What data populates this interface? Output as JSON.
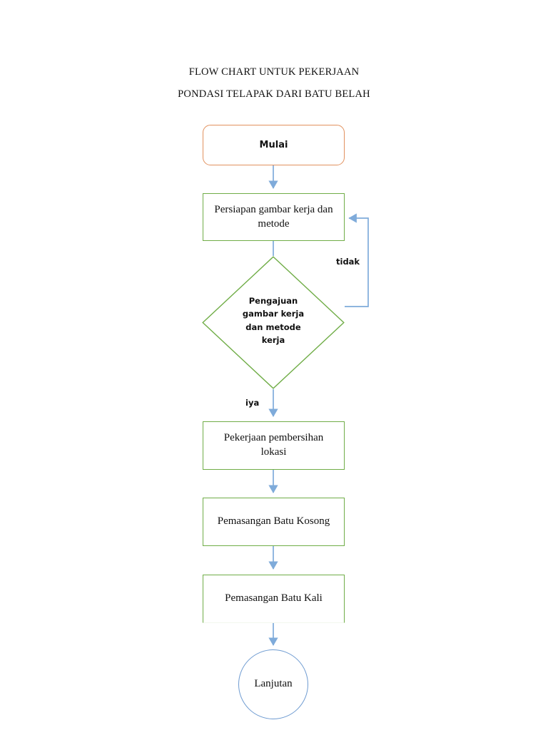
{
  "document": {
    "title_lines": [
      "FLOW CHART UNTUK PEKERJAAN",
      "PONDASI TELAPAK DARI BATU BELAH"
    ]
  },
  "palette": {
    "terminator_border": "#E2915E",
    "process_border": "#70AD47",
    "decision_border": "#70AD47",
    "circle_border": "#6E9BD1",
    "connector": "#7FABDA",
    "text": "#111111",
    "background": "#FFFFFF"
  },
  "chart_data": {
    "type": "diagram",
    "diagram_kind": "flowchart",
    "title": "FLOW CHART UNTUK PEKERJAAN PONDASI TELAPAK DARI BATU BELAH",
    "orientation": "top-to-bottom",
    "nodes": [
      {
        "id": "n1",
        "shape": "terminator",
        "label": "Mulai",
        "border_color": "#E2915E",
        "font_style": "sans-bold"
      },
      {
        "id": "n2",
        "shape": "process",
        "label": "Persiapan gambar kerja dan metode",
        "border_color": "#70AD47",
        "font_style": "serif"
      },
      {
        "id": "n3",
        "shape": "decision",
        "label": "Pengajuan gambar kerja dan metode kerja",
        "label_lines": [
          "Pengajuan",
          "gambar kerja",
          "dan metode",
          "kerja"
        ],
        "border_color": "#70AD47",
        "font_style": "sans-bold"
      },
      {
        "id": "n4",
        "shape": "process",
        "label": "Pekerjaan pembersihan lokasi",
        "border_color": "#70AD47",
        "font_style": "serif"
      },
      {
        "id": "n5",
        "shape": "process",
        "label": "Pemasangan Batu Kosong",
        "border_color": "#70AD47",
        "font_style": "serif"
      },
      {
        "id": "n6",
        "shape": "process",
        "label": "Pemasangan Batu Kali",
        "border_color": "#70AD47",
        "font_style": "serif"
      },
      {
        "id": "n7",
        "shape": "circle",
        "label": "Lanjutan",
        "border_color": "#6E9BD1",
        "font_style": "serif"
      }
    ],
    "edges": [
      {
        "from": "n1",
        "to": "n2",
        "label": "",
        "style": "arrow-down"
      },
      {
        "from": "n2",
        "to": "n3",
        "label": "",
        "style": "arrow-down"
      },
      {
        "from": "n3",
        "to": "n2",
        "label": "tidak",
        "style": "feedback-loop-right"
      },
      {
        "from": "n3",
        "to": "n4",
        "label": "iya",
        "style": "arrow-down"
      },
      {
        "from": "n4",
        "to": "n5",
        "label": "",
        "style": "arrow-down"
      },
      {
        "from": "n5",
        "to": "n6",
        "label": "",
        "style": "arrow-down"
      },
      {
        "from": "n6",
        "to": "n7",
        "label": "",
        "style": "arrow-down"
      }
    ],
    "edge_labels": {
      "no_branch": "tidak",
      "yes_branch": "iya"
    }
  }
}
